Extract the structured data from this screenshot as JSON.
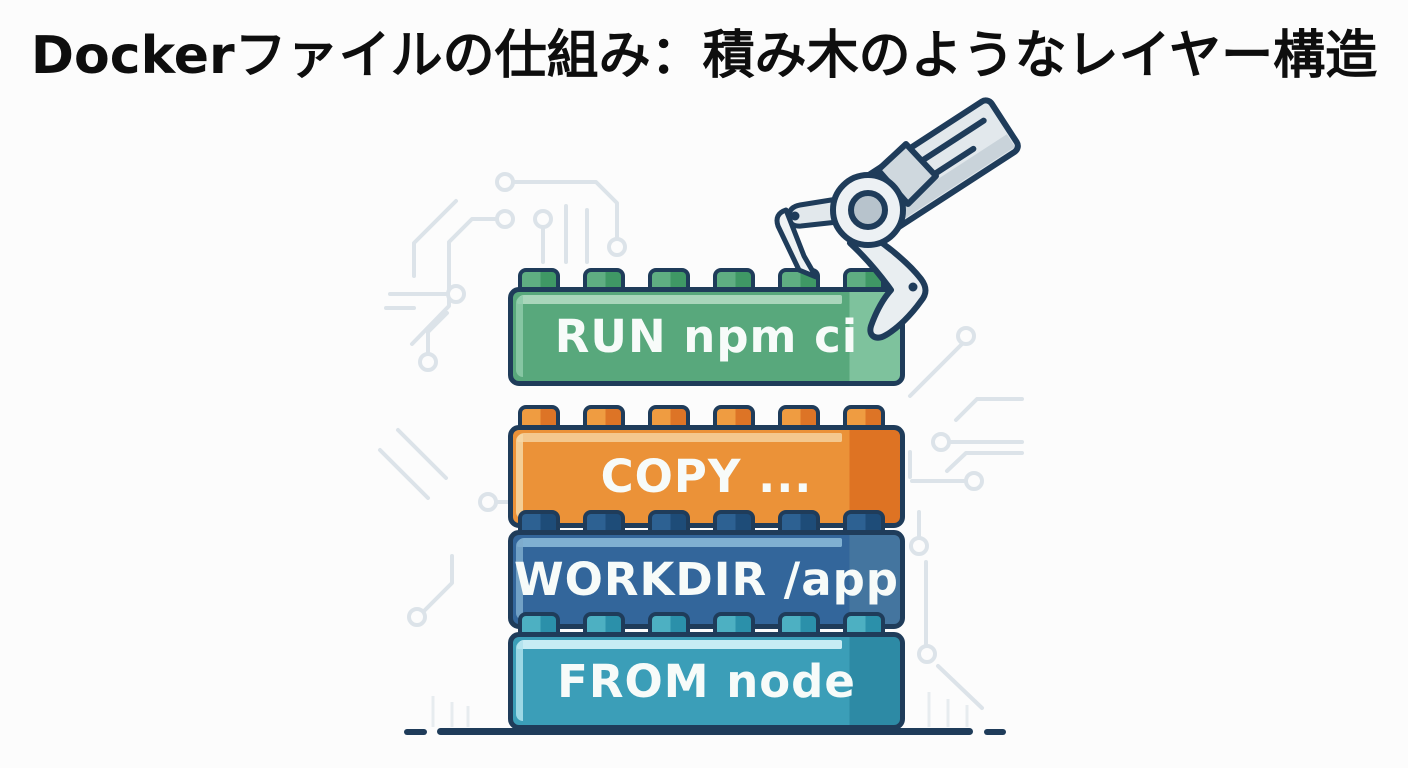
{
  "title": "Dockerファイルの仕組み：積み木のようなレイヤー構造",
  "diagram": {
    "description": "robot gripper arm stacking Dockerfile instruction layers like toy building bricks on a circuit-board background",
    "bricks": [
      {
        "id": "run",
        "label": "RUN npm ci",
        "color": "#58a87c"
      },
      {
        "id": "copy",
        "label": "COPY ...",
        "color": "#eb9238"
      },
      {
        "id": "workdir",
        "label": "WORKDIR /app",
        "color": "#33669b"
      },
      {
        "id": "from",
        "label": "FROM node",
        "color": "#3b9eb8"
      }
    ],
    "outline_color": "#1f3c5a",
    "circuit_color": "#dce3e9",
    "arm_color": "#e2e8ec",
    "background": "#fcfcfc",
    "text_color": "#f7fbf9"
  }
}
